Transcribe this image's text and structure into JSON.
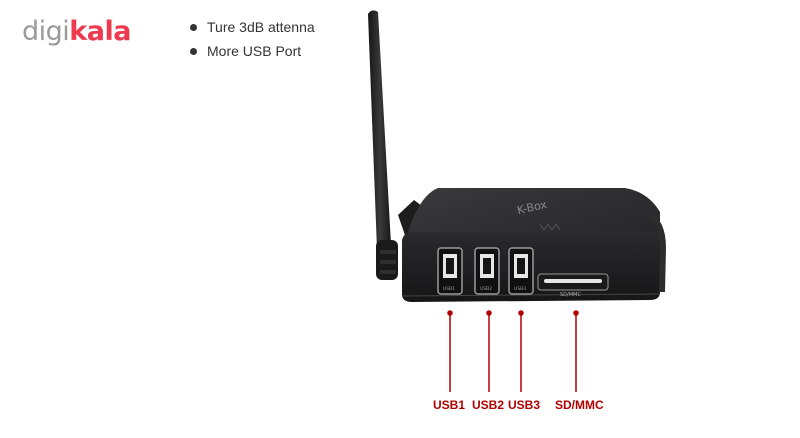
{
  "logo": {
    "part1": "digi",
    "part2": "kala"
  },
  "features": [
    {
      "text": "Ture 3dB attenna"
    },
    {
      "text": "More USB Port"
    }
  ],
  "ports": [
    {
      "label": "USB1",
      "small": "USB1"
    },
    {
      "label": "USB2",
      "small": "USB2"
    },
    {
      "label": "USB3",
      "small": "USB3"
    },
    {
      "label": "SD/MMC",
      "small": "SD/MMC"
    }
  ],
  "colors": {
    "brand_red": "#ef394e",
    "callout": "#b00000",
    "device": "#1e1e1e"
  }
}
